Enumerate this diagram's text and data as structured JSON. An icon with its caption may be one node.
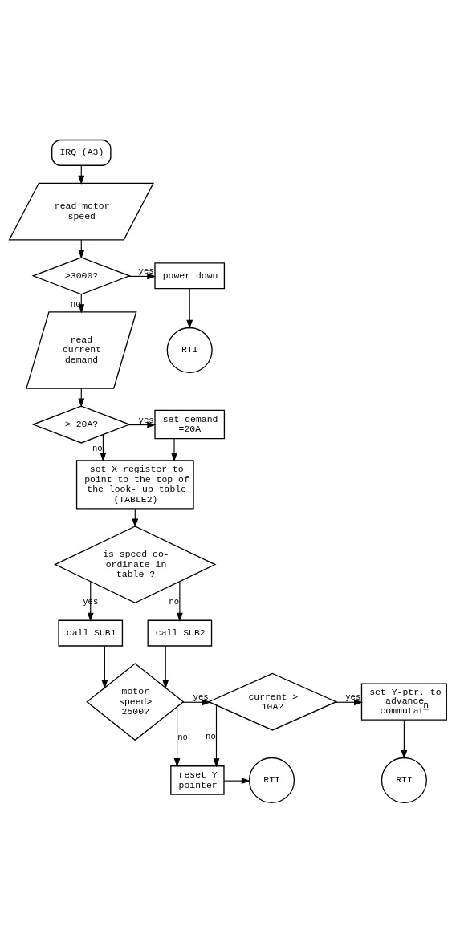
{
  "diagram": {
    "nodes": [
      {
        "text": [
          "IRQ (A3)"
        ]
      },
      {
        "text": [
          "read motor speed"
        ]
      },
      {
        "text": [
          ">3000?"
        ]
      },
      {
        "text": [
          "power down"
        ]
      },
      {
        "text": [
          "RTI"
        ]
      },
      {
        "text": [
          "read current demand"
        ]
      },
      {
        "text": [
          "> 20A?"
        ]
      },
      {
        "text": [
          "set demand =20A"
        ]
      },
      {
        "text": [
          "set X register to point to the top of the look- up table (TABLE2)"
        ]
      },
      {
        "text": [
          "is speed co- ordinate in table ?"
        ]
      },
      {
        "text": [
          "call SUB1"
        ]
      },
      {
        "text": [
          "call SUB2"
        ]
      },
      {
        "text": [
          "motor speed> 2500?"
        ]
      },
      {
        "text": [
          "current > 10A?"
        ]
      },
      {
        "text": [
          "set Y-ptr. to advance commutat$^{n}$"
        ]
      },
      {
        "text": [
          "reset Y pointer"
        ]
      },
      {
        "text": [
          "RTI"
        ]
      },
      {
        "text": [
          "RTI"
        ]
      }
    ],
    "edges": [
      {
        "from": 0,
        "to": 1,
        "arrow": "to"
      },
      {
        "from": 1,
        "to": 2,
        "arrow": "to"
      },
      {
        "from": 2,
        "to": 3,
        "arrow": "to",
        "label": "yes"
      },
      {
        "from": 2,
        "to": 5,
        "arrow": "to",
        "label": "no"
      },
      {
        "from": 3,
        "to": 4,
        "arrow": "to"
      },
      {
        "from": 5,
        "to": 6,
        "arrow": "to"
      },
      {
        "from": 6,
        "to": 7,
        "arrow": "to",
        "label": "yes"
      },
      {
        "from": 6,
        "to": 8,
        "arrow": "to",
        "label": "no"
      },
      {
        "from": 7,
        "to": 8,
        "arrow": "to"
      },
      {
        "from": 8,
        "to": 9,
        "arrow": "to"
      },
      {
        "from": 9,
        "to": 10,
        "arrow": "to",
        "label": "yes"
      },
      {
        "from": 9,
        "to": 11,
        "arrow": "to",
        "label": "no"
      },
      {
        "from": 10,
        "to": 12,
        "arrow": "to"
      },
      {
        "from": 11,
        "to": 12,
        "arrow": "to"
      },
      {
        "from": 12,
        "to": 13,
        "arrow": "to",
        "label": "yes"
      },
      {
        "from": 12,
        "to": 15,
        "arrow": "to",
        "label": "no"
      },
      {
        "from": 13,
        "to": 14,
        "arrow": "to",
        "label": "yes"
      },
      {
        "from": 13,
        "to": 15,
        "arrow": "to",
        "label": "no"
      },
      {
        "from": 14,
        "to": 17,
        "arrow": "to"
      },
      {
        "from": 15,
        "to": 16,
        "arrow": "to"
      }
    ]
  }
}
